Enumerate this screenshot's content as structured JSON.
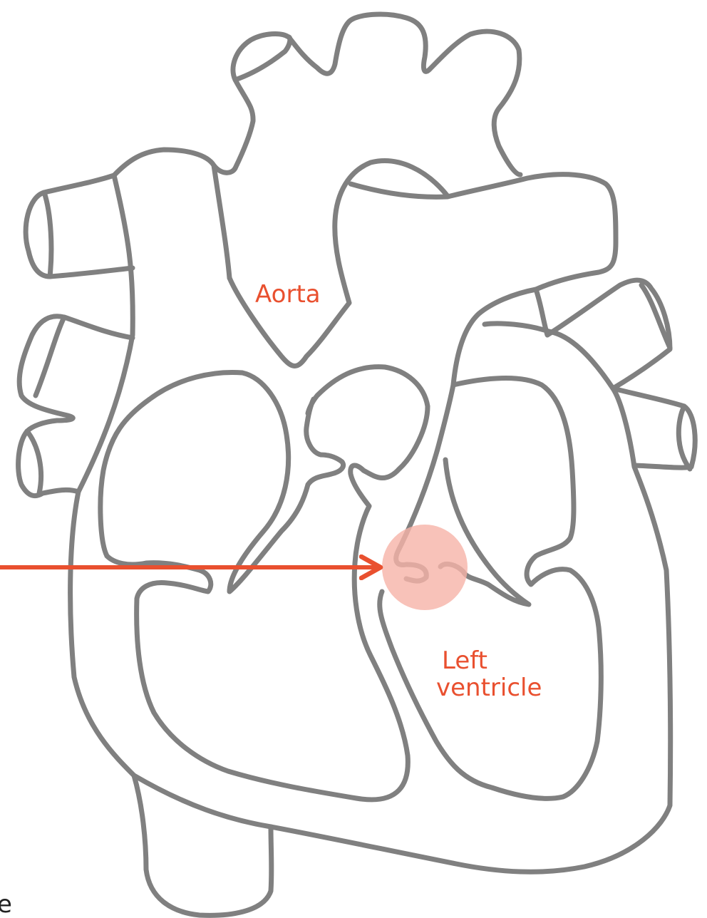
{
  "diagram": {
    "labels": {
      "aorta": "Aorta",
      "left_ventricle_line1": "Left",
      "left_ventricle_line2": "ventricle",
      "cut_off_letter": "e"
    },
    "colors": {
      "outline": "#808080",
      "label": "#e9502f",
      "arrow": "#e9502f",
      "highlight": "#f6b3a8"
    }
  }
}
